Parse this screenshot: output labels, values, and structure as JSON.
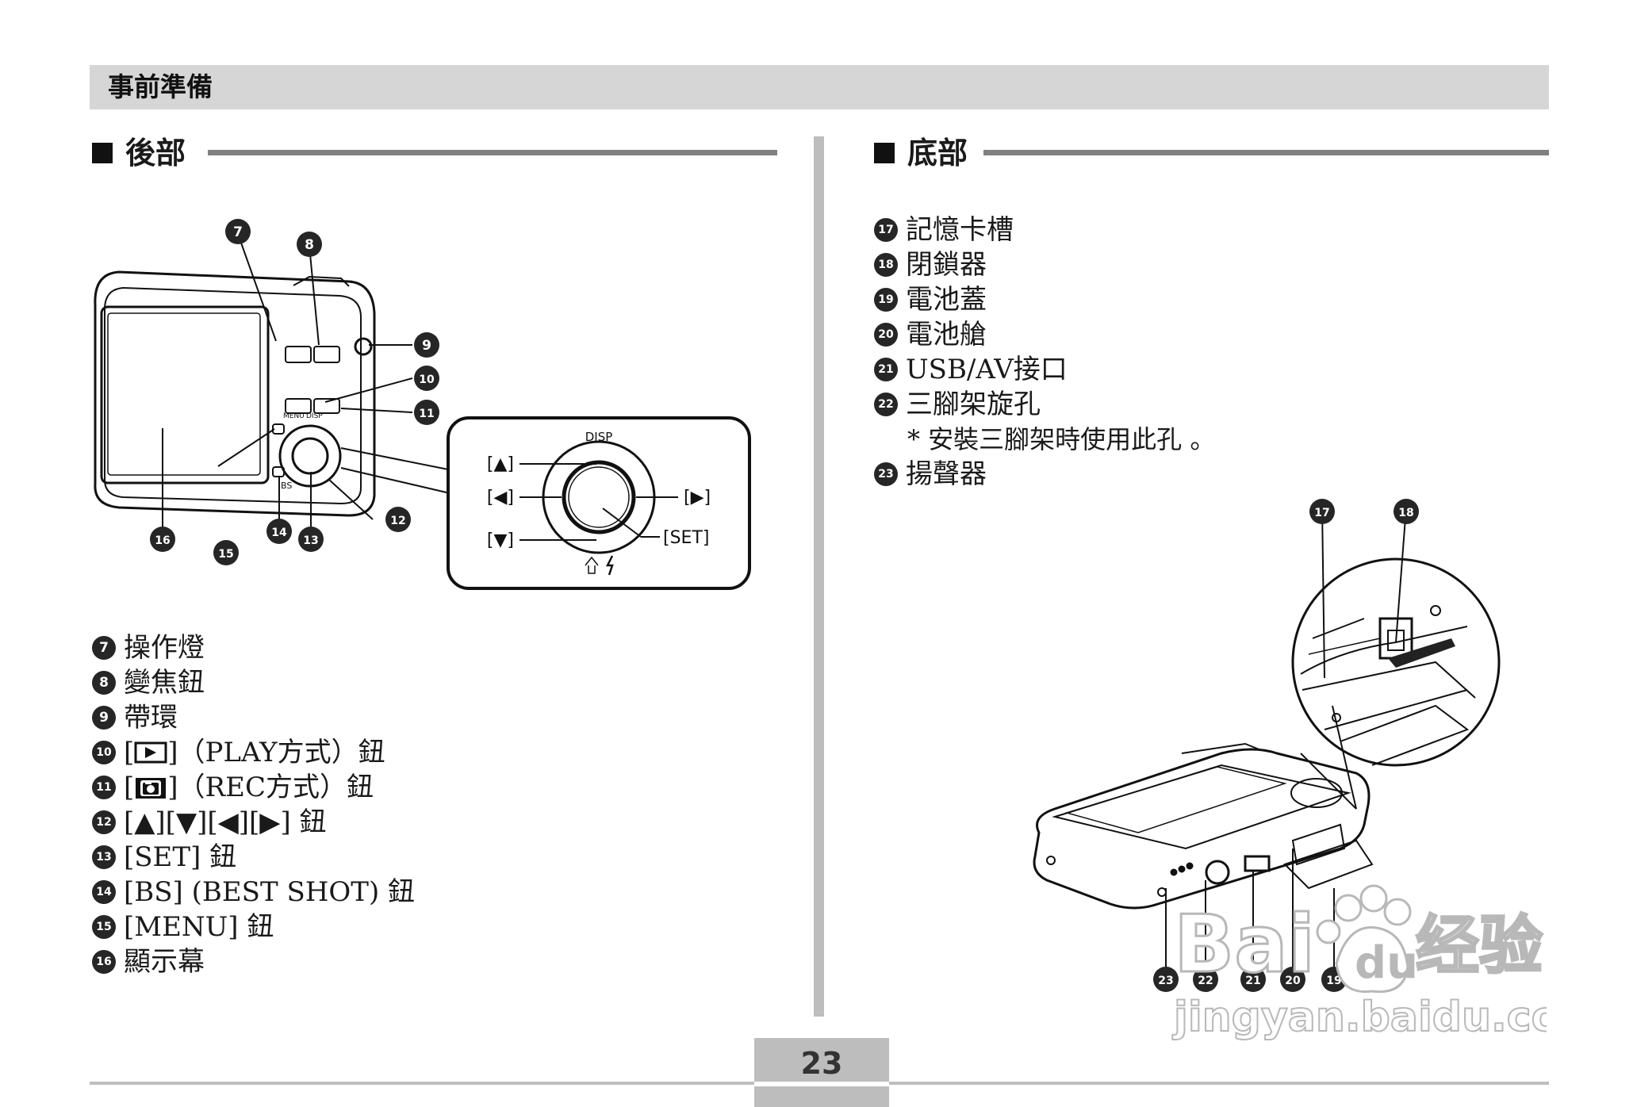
{
  "header": {
    "title": "事前準備"
  },
  "back": {
    "heading": "後部",
    "diagram_callouts": [
      "7",
      "8",
      "9",
      "10",
      "11",
      "12",
      "13",
      "14",
      "15",
      "16"
    ],
    "dpad_labels": {
      "disp": "DISP",
      "up": "[▲]",
      "left": "[◀]",
      "down": "[▼]",
      "right": "[▶]",
      "set": "[SET]"
    },
    "camera_labels": {
      "menu": "MENU",
      "disp": "DISP",
      "bs": "BS"
    },
    "items": [
      {
        "num": "7",
        "text": "操作燈"
      },
      {
        "num": "8",
        "text": "變焦鈕"
      },
      {
        "num": "9",
        "text": "帶環"
      },
      {
        "num": "10",
        "pre": "[",
        "icon": "play-icon",
        "text": "]（PLAY方式）鈕"
      },
      {
        "num": "11",
        "pre": "[",
        "icon": "camera-icon",
        "text": "]（REC方式）鈕"
      },
      {
        "num": "12",
        "text": "[▲][▼][◀][▶] 鈕"
      },
      {
        "num": "13",
        "text": "[SET] 鈕"
      },
      {
        "num": "14",
        "text": "[BS] (BEST SHOT) 鈕"
      },
      {
        "num": "15",
        "text": "[MENU] 鈕"
      },
      {
        "num": "16",
        "text": "顯示幕"
      }
    ]
  },
  "bottom": {
    "heading": "底部",
    "items": [
      {
        "num": "17",
        "text": "記憶卡槽"
      },
      {
        "num": "18",
        "text": "閉鎖器"
      },
      {
        "num": "19",
        "text": "電池蓋"
      },
      {
        "num": "20",
        "text": "電池艙"
      },
      {
        "num": "21",
        "text": "USB/AV接口"
      },
      {
        "num": "22",
        "text": "三腳架旋孔"
      }
    ],
    "note": "* 安裝三腳架時使用此孔 。",
    "last_item": {
      "num": "23",
      "text": "揚聲器"
    },
    "diagram_callouts": [
      "17",
      "18",
      "23",
      "22",
      "21",
      "20",
      "19"
    ]
  },
  "watermark": {
    "brand": "Bai",
    "brand2": "du",
    "cn": "经验",
    "url": "jingyan.baidu.com"
  },
  "page_number": "23"
}
